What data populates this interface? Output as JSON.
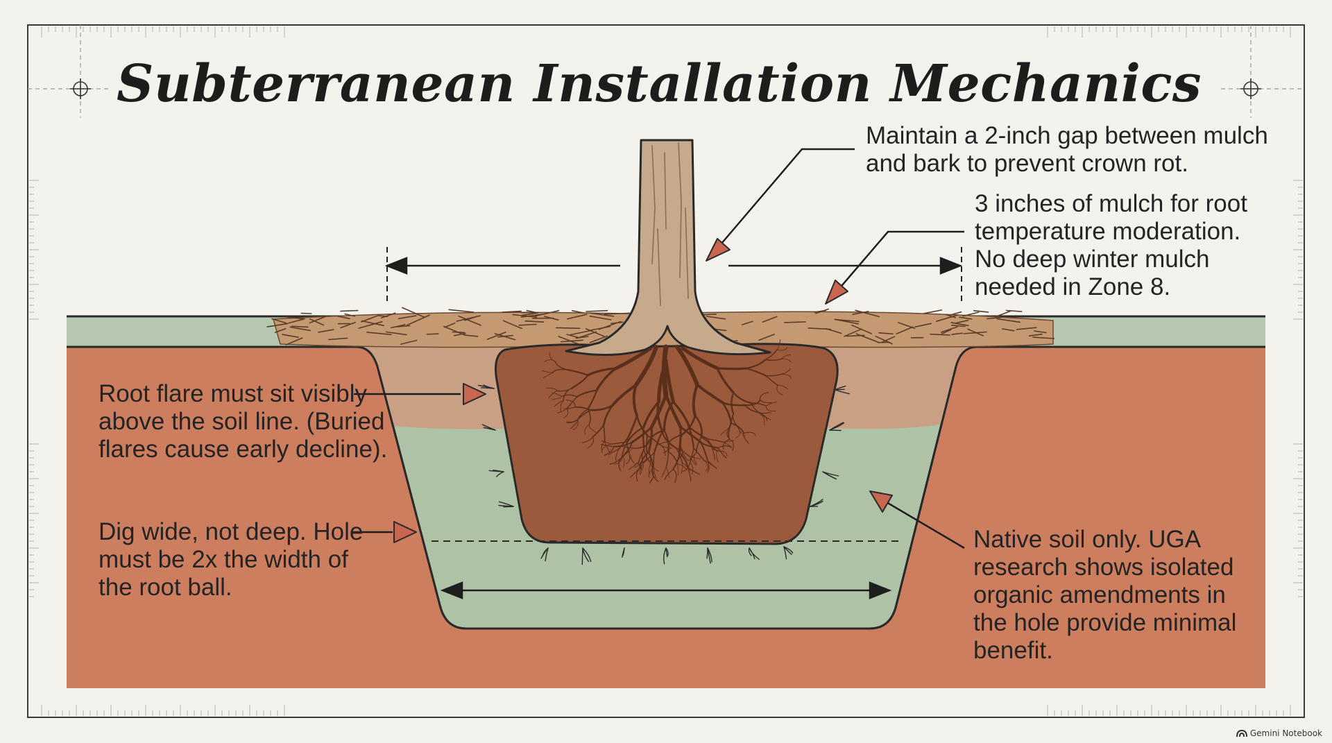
{
  "title": "Subterranean Installation Mechanics",
  "callouts": {
    "mulch_gap": {
      "lines": [
        "Maintain a 2-inch gap between mulch",
        "and bark to prevent crown rot."
      ]
    },
    "mulch_depth": {
      "lines": [
        "3 inches of mulch for root",
        "temperature moderation.",
        "No deep winter mulch",
        "needed in Zone 8."
      ]
    },
    "root_flare": {
      "lines": [
        "Root flare must sit visibly",
        "above the soil line. (Buried",
        "flares cause early decline)."
      ]
    },
    "dig_wide": {
      "lines": [
        "Dig wide, not deep. Hole",
        "must be 2x the width of",
        "the root ball."
      ]
    },
    "native_soil": {
      "lines": [
        "Native soil only. UGA",
        "research shows isolated",
        "organic amendments in",
        "the hole provide minimal",
        "benefit."
      ]
    }
  },
  "brand": {
    "label": "Gemini Notebook",
    "icon": "notebook-logo-icon"
  },
  "colors": {
    "background": "#f3f2ec",
    "native_soil": "#cc7e5f",
    "backfill_green": "#aec2a6",
    "backfill_tan": "#c9a083",
    "grass_strip": "#b5c7ae",
    "root_ball": "#9c5a3d",
    "trunk": "#c7aa8b",
    "mulch": "#c59a72",
    "arrow_red": "#c8664f",
    "ink": "#242424"
  }
}
